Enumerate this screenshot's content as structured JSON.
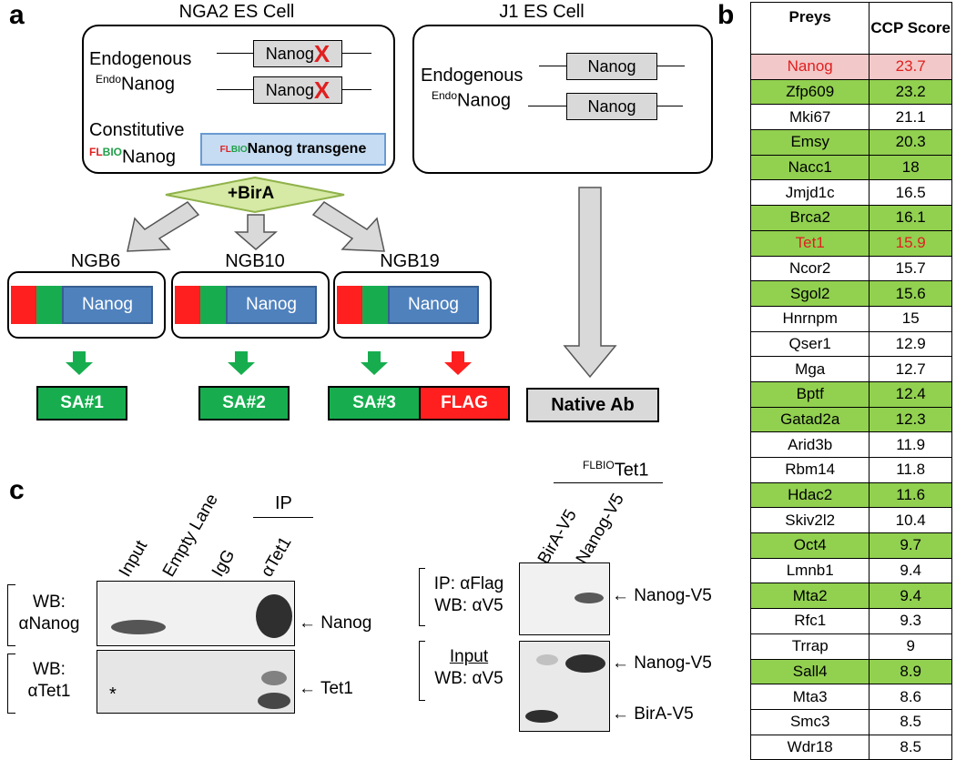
{
  "panels": {
    "a": "a",
    "b": "b",
    "c": "c"
  },
  "nga2": {
    "title": "NGA2 ES Cell",
    "endogenous": "Endogenous",
    "endo_sup": "Endo",
    "endo_nanog": "Nanog",
    "gene_label": "Nanog",
    "x_mark": "X",
    "constitutive": "Constitutive",
    "fl": "FL",
    "bio": "BIO",
    "flbio_nanog": "Nanog",
    "transgene_fl": "FL",
    "transgene_bio": "BIO",
    "transgene_text": "Nanog transgene"
  },
  "j1": {
    "title": "J1 ES Cell",
    "endogenous": "Endogenous",
    "endo_sup": "Endo",
    "endo_nanog": "Nanog",
    "gene_label": "Nanog"
  },
  "bira": "+BirA",
  "clones": [
    {
      "name": "NGB6",
      "fusion": "Nanog",
      "tag": "SA#1"
    },
    {
      "name": "NGB10",
      "fusion": "Nanog",
      "tag": "SA#2"
    },
    {
      "name": "NGB19",
      "fusion": "Nanog",
      "tag": "SA#3",
      "tag2": "FLAG"
    }
  ],
  "native_ab": "Native Ab",
  "table": {
    "headers": [
      "Preys",
      "CCP Score"
    ],
    "rows": [
      {
        "prey": "Nanog",
        "score": "23.7",
        "style": "pink"
      },
      {
        "prey": "Zfp609",
        "score": "23.2",
        "style": "green"
      },
      {
        "prey": "Mki67",
        "score": "21.1",
        "style": "white"
      },
      {
        "prey": "Emsy",
        "score": "20.3",
        "style": "green"
      },
      {
        "prey": "Nacc1",
        "score": "18",
        "style": "green"
      },
      {
        "prey": "Jmjd1c",
        "score": "16.5",
        "style": "white"
      },
      {
        "prey": "Brca2",
        "score": "16.1",
        "style": "green"
      },
      {
        "prey": "Tet1",
        "score": "15.9",
        "style": "green-red"
      },
      {
        "prey": "Ncor2",
        "score": "15.7",
        "style": "white"
      },
      {
        "prey": "Sgol2",
        "score": "15.6",
        "style": "green"
      },
      {
        "prey": "Hnrnpm",
        "score": "15",
        "style": "white"
      },
      {
        "prey": "Qser1",
        "score": "12.9",
        "style": "white"
      },
      {
        "prey": "Mga",
        "score": "12.7",
        "style": "white"
      },
      {
        "prey": "Bptf",
        "score": "12.4",
        "style": "green"
      },
      {
        "prey": "Gatad2a",
        "score": "12.3",
        "style": "green"
      },
      {
        "prey": "Arid3b",
        "score": "11.9",
        "style": "white"
      },
      {
        "prey": "Rbm14",
        "score": "11.8",
        "style": "white"
      },
      {
        "prey": "Hdac2",
        "score": "11.6",
        "style": "green"
      },
      {
        "prey": "Skiv2l2",
        "score": "10.4",
        "style": "white"
      },
      {
        "prey": "Oct4",
        "score": "9.7",
        "style": "green"
      },
      {
        "prey": "Lmnb1",
        "score": "9.4",
        "style": "white"
      },
      {
        "prey": "Mta2",
        "score": "9.4",
        "style": "green"
      },
      {
        "prey": "Rfc1",
        "score": "9.3",
        "style": "white"
      },
      {
        "prey": "Trrap",
        "score": "9",
        "style": "white"
      },
      {
        "prey": "Sall4",
        "score": "8.9",
        "style": "green"
      },
      {
        "prey": "Mta3",
        "score": "8.6",
        "style": "white"
      },
      {
        "prey": "Smc3",
        "score": "8.5",
        "style": "white"
      },
      {
        "prey": "Wdr18",
        "score": "8.5",
        "style": "white"
      }
    ]
  },
  "blot_left": {
    "lanes": [
      "Input",
      "Empty Lane",
      "IgG",
      "αTet1"
    ],
    "ip": "IP",
    "wb1_line1": "WB:",
    "wb1_line2": "αNanog",
    "wb2_line1": "WB:",
    "wb2_line2": "αTet1",
    "asterisk": "*",
    "band1": "Nanog",
    "band2": "Tet1"
  },
  "blot_right": {
    "header_sup": "FLBIO",
    "header": "Tet1",
    "lanes": [
      "BirA-V5",
      "Nanog-V5"
    ],
    "ip_line1": "IP: αFlag",
    "ip_line2": "WB: αV5",
    "input_line1": "Input",
    "input_line2": "WB: αV5",
    "band_top": "Nanog-V5",
    "band_mid": "Nanog-V5",
    "band_bot": "BirA-V5"
  }
}
